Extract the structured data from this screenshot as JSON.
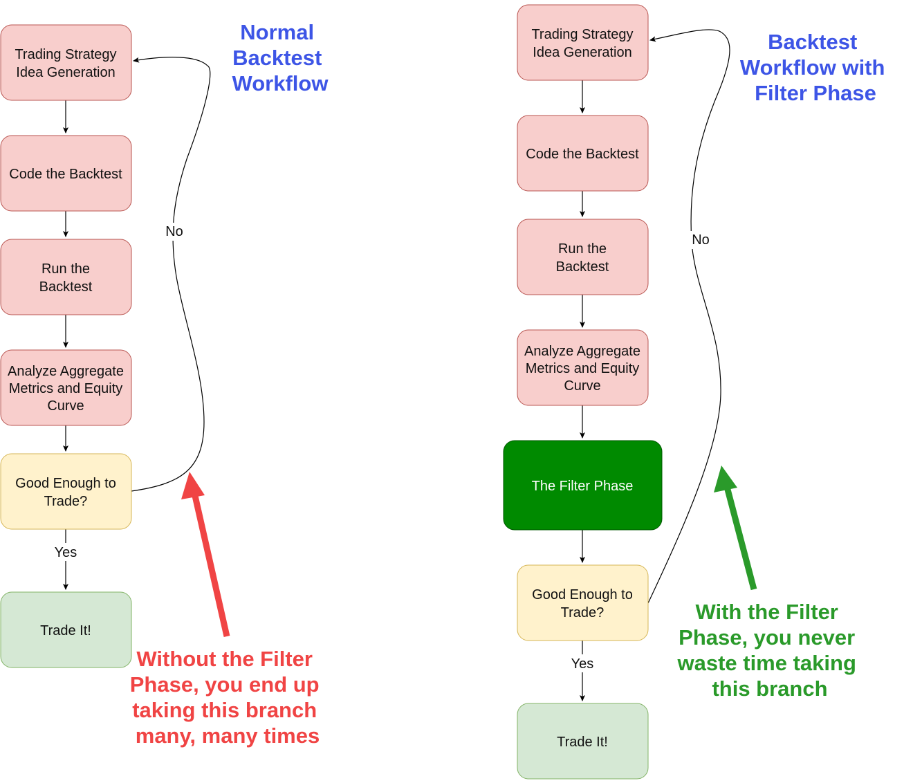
{
  "left": {
    "title_lines": [
      "Normal",
      "Backtest",
      "Workflow"
    ],
    "nodes": {
      "idea": [
        "Trading Strategy",
        "Idea Generation"
      ],
      "code": [
        "Code the Backtest"
      ],
      "run": [
        "Run the",
        "Backtest"
      ],
      "analyze": [
        "Analyze Aggregate",
        "Metrics and Equity",
        "Curve"
      ],
      "decide": [
        "Good Enough to",
        "Trade?"
      ],
      "trade": [
        "Trade It!"
      ]
    },
    "yes_label": "Yes",
    "no_label": "No",
    "annotation_lines": [
      "Without the Filter",
      "Phase, you end up",
      "taking this branch",
      "many, many times"
    ]
  },
  "right": {
    "title_lines": [
      "Backtest",
      "Workflow with",
      "Filter Phase"
    ],
    "nodes": {
      "idea": [
        "Trading Strategy",
        "Idea Generation"
      ],
      "code": [
        "Code the Backtest"
      ],
      "run": [
        "Run the",
        "Backtest"
      ],
      "analyze": [
        "Analyze Aggregate",
        "Metrics and Equity",
        "Curve"
      ],
      "filter": [
        "The Filter Phase"
      ],
      "decide": [
        "Good Enough to",
        "Trade?"
      ],
      "trade": [
        "Trade It!"
      ]
    },
    "yes_label": "Yes",
    "no_label": "No",
    "annotation_lines": [
      "With the Filter",
      "Phase, you never",
      "waste time taking",
      "this branch"
    ]
  },
  "colors": {
    "process_fill": "#f8cecc",
    "process_stroke": "#b85450",
    "decision_fill": "#fff2cc",
    "decision_stroke": "#d6b656",
    "trade_fill": "#d5e8d4",
    "trade_stroke": "#82b366",
    "filter_fill": "#008a00",
    "filter_stroke": "#005700",
    "title_blue": "#3d55e6",
    "annotation_red": "#f04444",
    "annotation_green": "#2a9a2a"
  }
}
